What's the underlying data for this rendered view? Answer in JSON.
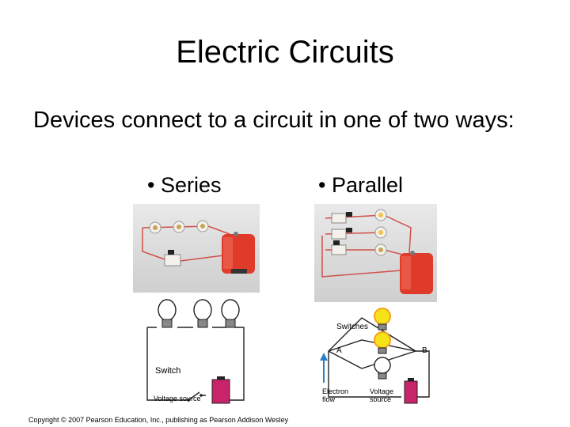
{
  "slide": {
    "title": "Electric Circuits",
    "body": "Devices connect to a circuit in one of two ways:",
    "bullets": [
      "• Series",
      "• Parallel"
    ],
    "copyright": "Copyright © 2007 Pearson Education, Inc., publishing as Pearson Addison Wesley"
  },
  "series_diagram": {
    "switch_label": "Switch",
    "source_label": "Voltage source"
  },
  "parallel_diagram": {
    "switches_label": "Switches",
    "point_a": "A",
    "point_b": "B",
    "flow_label_1": "Electron",
    "flow_label_2": "flow",
    "source_label_1": "Voltage",
    "source_label_2": "source"
  },
  "colors": {
    "wire": "#d0504a",
    "battery": "#e03a2a",
    "bulb_on": "#f6e21a",
    "bulb_glow": "#f3a21b",
    "source_fill": "#c8246a"
  }
}
